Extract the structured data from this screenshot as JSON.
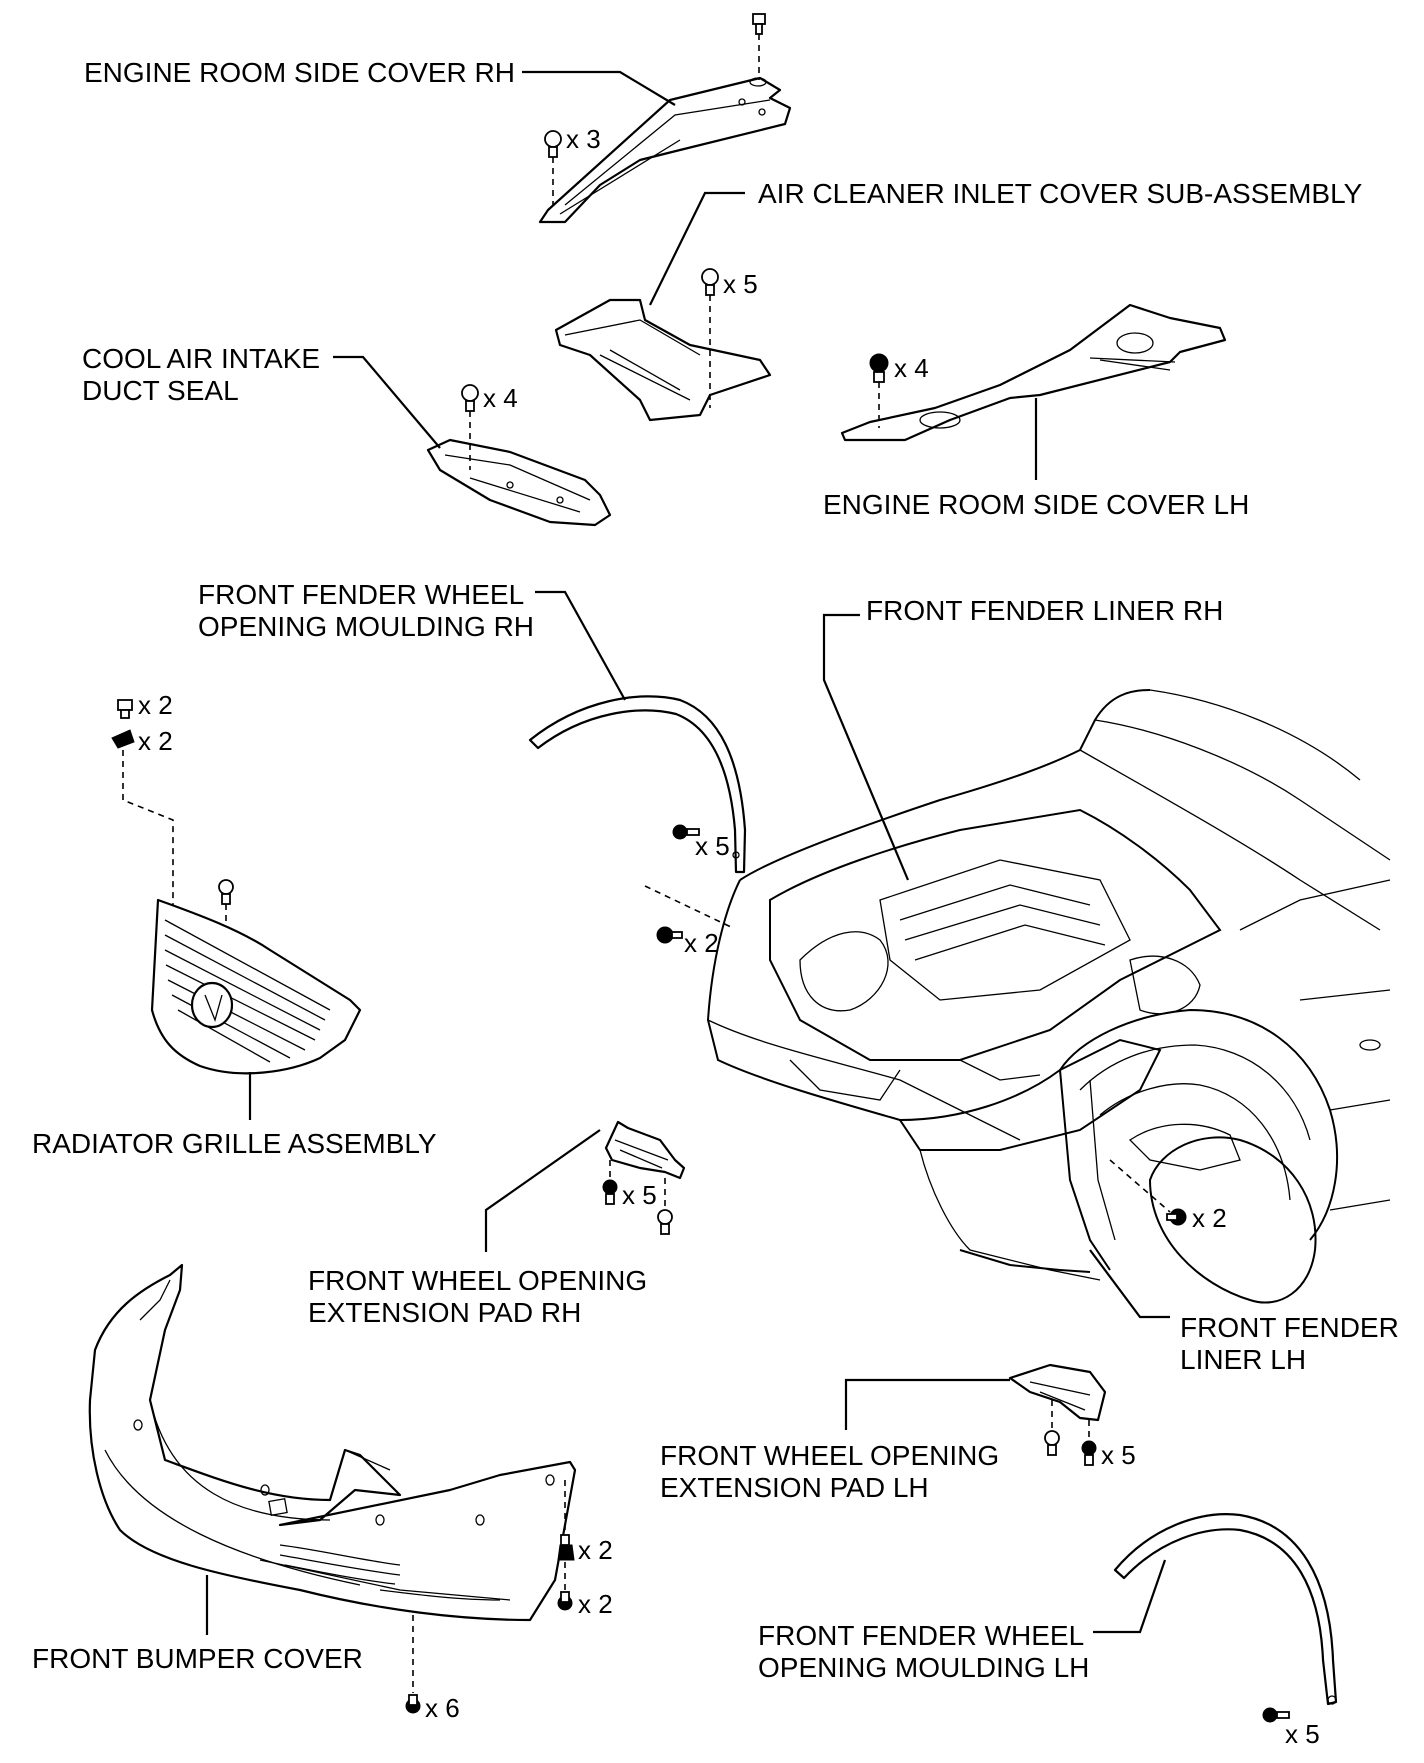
{
  "labels": {
    "engine_room_side_cover_rh": "ENGINE ROOM SIDE COVER RH",
    "air_cleaner_inlet_cover": "AIR CLEANER INLET COVER SUB-ASSEMBLY",
    "cool_air_intake_line1": "COOL AIR INTAKE",
    "cool_air_intake_line2": "DUCT SEAL",
    "engine_room_side_cover_lh": "ENGINE ROOM SIDE COVER LH",
    "fender_moulding_rh_line1": "FRONT FENDER WHEEL",
    "fender_moulding_rh_line2": "OPENING MOULDING RH",
    "front_fender_liner_rh": "FRONT FENDER LINER RH",
    "radiator_grille": "RADIATOR GRILLE ASSEMBLY",
    "ext_pad_rh_line1": "FRONT WHEEL OPENING",
    "ext_pad_rh_line2": "EXTENSION PAD RH",
    "fender_liner_lh_line1": "FRONT FENDER",
    "fender_liner_lh_line2": "LINER LH",
    "ext_pad_lh_line1": "FRONT WHEEL OPENING",
    "ext_pad_lh_line2": "EXTENSION PAD LH",
    "fender_moulding_lh_line1": "FRONT FENDER WHEEL",
    "fender_moulding_lh_line2": "OPENING MOULDING LH",
    "front_bumper_cover": "FRONT BUMPER COVER"
  },
  "quantities": {
    "rh_cover": "x 3",
    "inlet_cover": "x 5",
    "lh_cover": "x 4",
    "duct_seal": "x 4",
    "grille_clip_a": "x 2",
    "grille_clip_b": "x 2",
    "moulding_rh": "x 5",
    "liner_rh": "x 2",
    "pad_rh": "x 5",
    "liner_lh": "x 2",
    "pad_lh": "x 5",
    "bumper_a": "x 2",
    "bumper_b": "x 2",
    "bumper_bottom": "x 6",
    "moulding_lh": "x 5"
  }
}
